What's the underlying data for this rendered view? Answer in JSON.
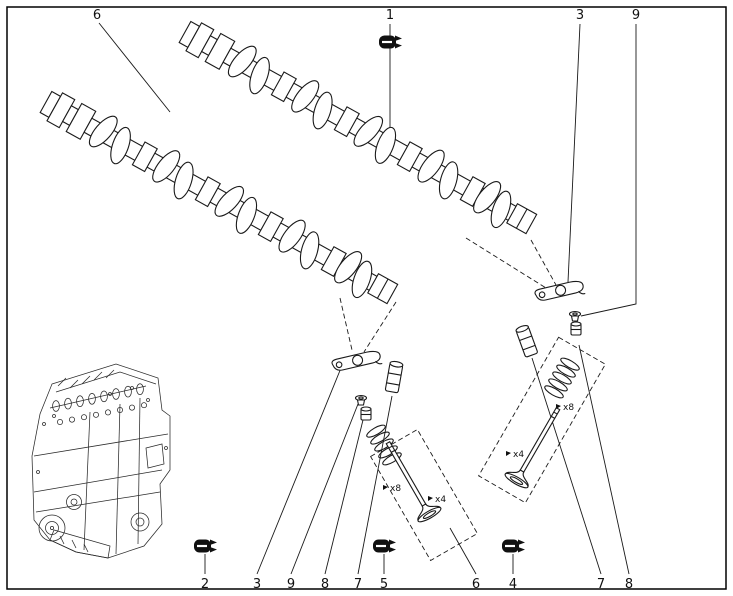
{
  "figure": {
    "background": "#ffffff",
    "border_color": "#000000",
    "line_color": "#1a1a1a"
  },
  "callouts": {
    "top": [
      {
        "label": "6"
      },
      {
        "label": "1"
      },
      {
        "label": "3"
      },
      {
        "label": "9"
      }
    ],
    "bottom": [
      {
        "label": "2"
      },
      {
        "label": "3"
      },
      {
        "label": "9"
      },
      {
        "label": "8"
      },
      {
        "label": "7"
      },
      {
        "label": "5"
      },
      {
        "label": "6"
      },
      {
        "label": "4"
      },
      {
        "label": "7"
      },
      {
        "label": "8"
      }
    ]
  },
  "quantities": {
    "middle_valve_kit": [
      {
        "label": "x8"
      },
      {
        "label": "x4"
      }
    ],
    "right_valve_kit": [
      {
        "label": "x4"
      },
      {
        "label": "x8"
      }
    ]
  }
}
